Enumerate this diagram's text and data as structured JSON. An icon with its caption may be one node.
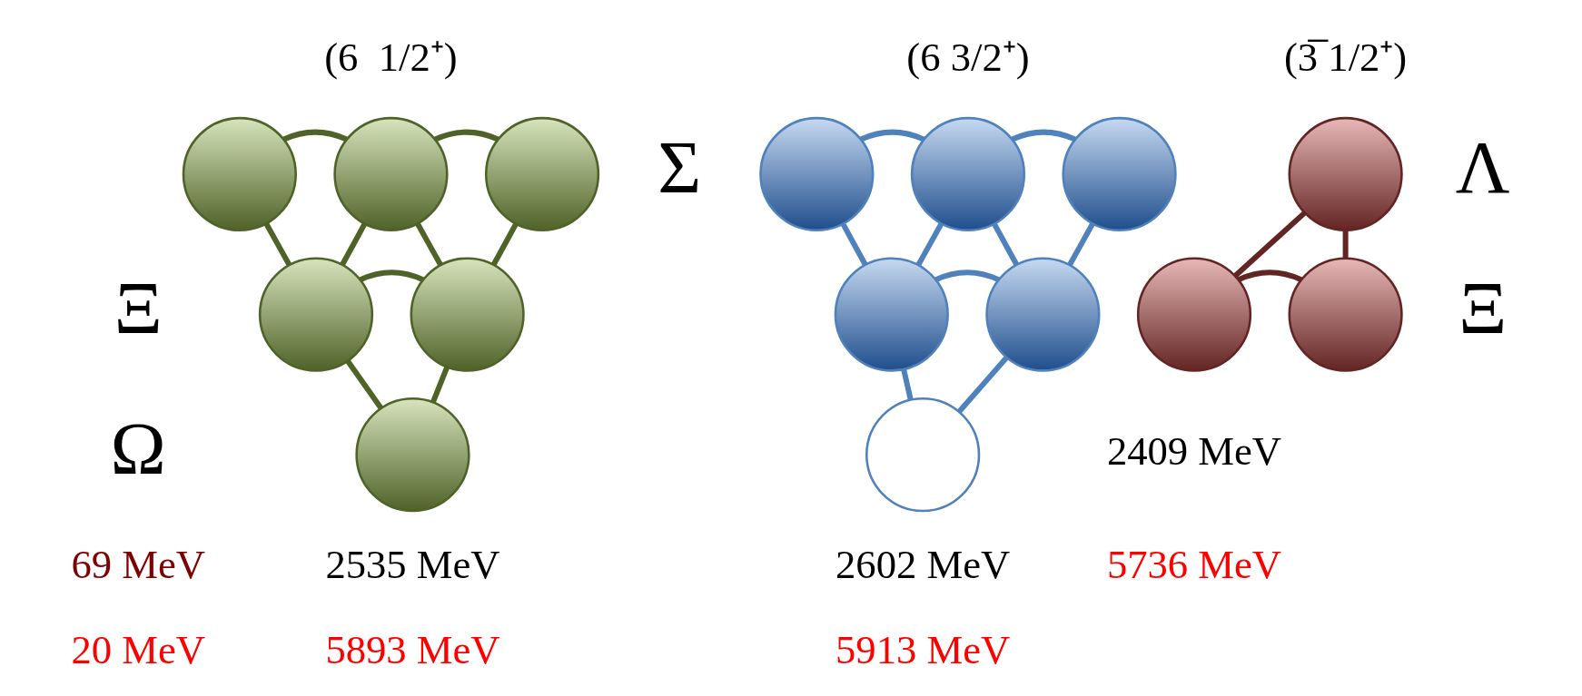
{
  "diagram": {
    "nodes": [
      {
        "text": [],
        "shape": "circle"
      },
      {
        "text": [],
        "shape": "circle"
      },
      {
        "text": [],
        "shape": "circle"
      },
      {
        "text": [],
        "shape": "circle"
      },
      {
        "text": [],
        "shape": "circle"
      },
      {
        "text": [],
        "shape": "circle"
      },
      {
        "text": [],
        "shape": "circle"
      },
      {
        "text": [],
        "shape": "circle"
      },
      {
        "text": [],
        "shape": "circle"
      },
      {
        "text": [],
        "shape": "circle"
      },
      {
        "text": [],
        "shape": "circle"
      },
      {
        "text": [],
        "shape": "circle"
      },
      {
        "text": [],
        "shape": "circle"
      },
      {
        "text": [],
        "shape": "circle"
      },
      {
        "text": [],
        "shape": "circle"
      }
    ],
    "edges": [
      {
        "from": 0,
        "to": 1,
        "arrow": "none",
        "color": "#632523"
      },
      {
        "from": 0,
        "to": 2,
        "arrow": "none",
        "color": "#632523"
      },
      {
        "from": 1,
        "to": 2,
        "arrow": "none",
        "color": "#632523"
      },
      {
        "from": 3,
        "to": 4,
        "arrow": "none"
      },
      {
        "from": 4,
        "to": 5,
        "arrow": "none"
      },
      {
        "from": 3,
        "to": 6,
        "arrow": "none"
      },
      {
        "from": 4,
        "to": 6,
        "arrow": "none"
      },
      {
        "from": 4,
        "to": 7,
        "arrow": "none"
      },
      {
        "from": 5,
        "to": 7,
        "arrow": "none"
      },
      {
        "from": 6,
        "to": 7,
        "arrow": "none"
      },
      {
        "from": 6,
        "to": 8,
        "arrow": "none"
      },
      {
        "from": 7,
        "to": 8,
        "arrow": "none"
      },
      {
        "from": 9,
        "to": 10,
        "arrow": "none",
        "color": "#4f81bd"
      },
      {
        "from": 10,
        "to": 11,
        "arrow": "none",
        "color": "#4f81bd"
      },
      {
        "from": 9,
        "to": 12,
        "arrow": "none",
        "color": "#4f81bd"
      },
      {
        "from": 10,
        "to": 12,
        "arrow": "none",
        "color": "#4f81bd"
      },
      {
        "from": 10,
        "to": 13,
        "arrow": "none",
        "color": "#4f81bd"
      },
      {
        "from": 11,
        "to": 13,
        "arrow": "none",
        "color": "#4f81bd"
      },
      {
        "from": 12,
        "to": 13,
        "arrow": "none",
        "color": "#4f81bd"
      },
      {
        "from": 12,
        "to": 14,
        "arrow": "none",
        "color": "#4f81bd"
      },
      {
        "from": 13,
        "to": 14,
        "arrow": "none",
        "color": "#4f81bd"
      }
    ],
    "labels": [
      "(3̅ 1/2⁺)",
      "Λ",
      "Ξ",
      "2409 MeV",
      "5736 MeV",
      "(6  1/2⁺)",
      "Σ",
      "Ξ",
      "Ω",
      "(6 3/2⁺)",
      "2535 MeV",
      "5893 MeV",
      "69 MeV",
      "20 MeV",
      "2602 MeV",
      "5913 MeV"
    ]
  }
}
